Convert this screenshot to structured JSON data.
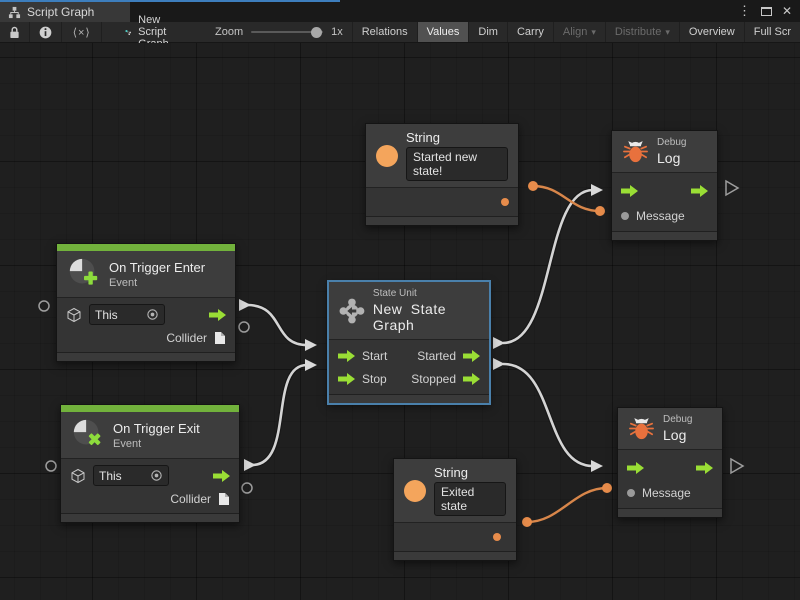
{
  "tab_bar": {
    "title": "Script Graph",
    "menu_icon": "⋮",
    "close_icon": "✕"
  },
  "toolbar": {
    "breadcrumb_glyph": "⟨×⟩",
    "graph_name": "New Script Graph",
    "zoom_label": "Zoom",
    "zoom_value": "1x",
    "dropdown_caret": "▾",
    "buttons": {
      "relations": "Relations",
      "values": "Values",
      "dim": "Dim",
      "carry": "Carry",
      "align": "Align",
      "distribute": "Distribute",
      "overview": "Overview",
      "fullscreen": "Full Scr"
    }
  },
  "nodes": {
    "string_top": {
      "title": "String",
      "value": "Started new state!"
    },
    "debug_top": {
      "category": "Debug",
      "title": "Log",
      "input_label": "Message"
    },
    "on_trigger_enter": {
      "title": "On Trigger Enter",
      "subtitle": "Event",
      "target_value": "This",
      "output_label": "Collider"
    },
    "state_unit": {
      "category": "State Unit",
      "title": "New State Graph",
      "in_start": "Start",
      "in_stop": "Stop",
      "out_started": "Started",
      "out_stopped": "Stopped"
    },
    "on_trigger_exit": {
      "title": "On Trigger Exit",
      "subtitle": "Event",
      "target_value": "This",
      "output_label": "Collider"
    },
    "string_bottom": {
      "title": "String",
      "value": "Exited state"
    },
    "debug_bottom": {
      "category": "Debug",
      "title": "Log",
      "input_label": "Message"
    }
  },
  "colors": {
    "accent_green": "#9ade35",
    "event_bar_green": "#72b23c",
    "value_orange": "#e78c4b",
    "bug_orange": "#e8713d",
    "selection_blue": "#4a80ab",
    "wire_white": "#d4d4d4",
    "tab_accent_blue": "#3d7ebd"
  }
}
